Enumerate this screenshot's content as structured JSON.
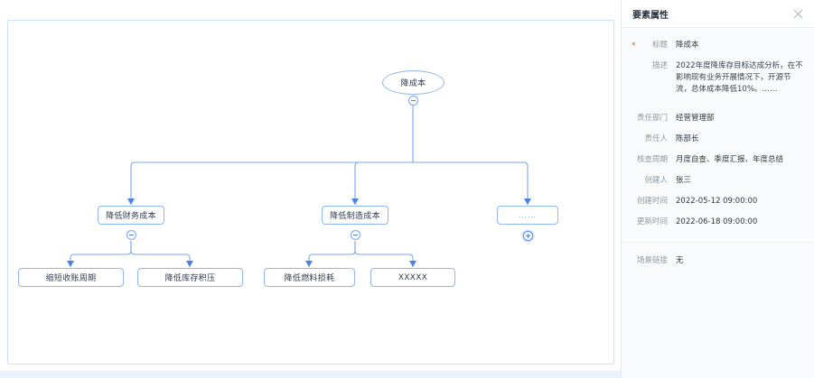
{
  "canvas": {
    "nodes": {
      "root": {
        "label": "降成本",
        "toggle": "collapse"
      },
      "level2": [
        {
          "label": "降低财务成本",
          "toggle": "collapse"
        },
        {
          "label": "降低制造成本",
          "toggle": "collapse"
        },
        {
          "label": "……",
          "toggle": "expand"
        }
      ],
      "level3": [
        {
          "label": "缩短收账周期"
        },
        {
          "label": "降低库存积压"
        },
        {
          "label": "降低燃料损耗"
        },
        {
          "label": "XXXXX"
        }
      ]
    },
    "colors": {
      "node_border": "#8fb6f5",
      "edge": "#7aa6f0",
      "canvas_border": "#cfe0fb",
      "bottom_strip": "#eaf2fd"
    }
  },
  "panel": {
    "title": "要素属性",
    "close_icon": "close-icon",
    "fields": [
      {
        "label": "标题",
        "value": "降成本",
        "required": true
      },
      {
        "label": "描述",
        "value": "2022年度降库存目标达成分析，在不影响现有业务开展情况下，开源节流，总体成本降低10%。……",
        "required": false
      },
      {
        "label": "责任部门",
        "value": "经营管理部",
        "required": false
      },
      {
        "label": "责任人",
        "value": "陈部长",
        "required": false
      },
      {
        "label": "核查周期",
        "value": "月度自查、季度汇报、年度总结",
        "required": false
      },
      {
        "label": "创建人",
        "value": "张三",
        "required": false
      },
      {
        "label": "创建时间",
        "value": "2022-05-12 09:00:00",
        "required": false
      },
      {
        "label": "更新时间",
        "value": "2022-06-18 09:00:00",
        "required": false
      },
      {
        "label": "场景链接",
        "value": "无",
        "required": false
      }
    ]
  }
}
